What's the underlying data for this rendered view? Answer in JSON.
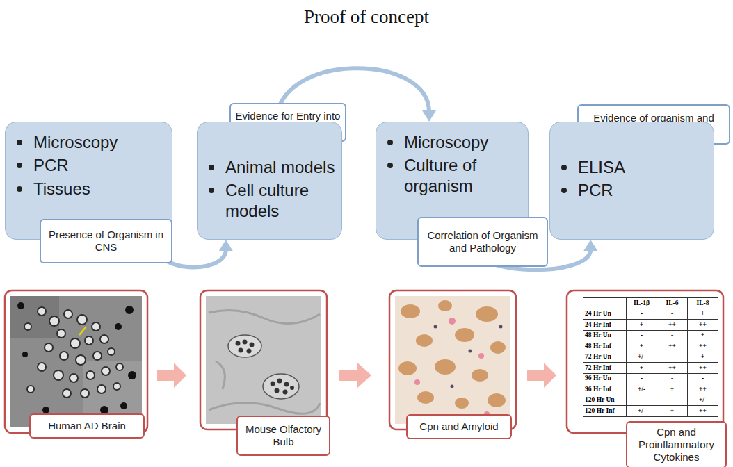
{
  "diagram": {
    "title": "Proof of concept",
    "nodes": [
      {
        "text": [
          "Microscopy",
          "PCR",
          "Tissues"
        ]
      },
      {
        "text": [
          "Presence of Organism in CNS"
        ]
      },
      {
        "text": [
          "Evidence for Entry into CNS"
        ]
      },
      {
        "text": [
          "Animal models",
          "Cell culture models"
        ]
      },
      {
        "text": [
          "Microscopy",
          "Culture of organism"
        ]
      },
      {
        "text": [
          "Correlation of Organism and Pathology"
        ]
      },
      {
        "text": [
          "Evidence of organism and inflammation"
        ]
      },
      {
        "text": [
          "ELISA",
          "PCR"
        ]
      },
      {
        "text": [
          "Human AD Brain"
        ]
      },
      {
        "text": [
          "Mouse Olfactory Bulb"
        ]
      },
      {
        "text": [
          "Cpn and Amyloid"
        ]
      },
      {
        "text": [
          "Cpn and Proinflammatory Cytokines"
        ]
      }
    ],
    "edges": [
      {
        "from": 0,
        "to": 3,
        "arrow": "to"
      },
      {
        "from": 3,
        "to": 4,
        "arrow": "to"
      },
      {
        "from": 4,
        "to": 7,
        "arrow": "to"
      }
    ],
    "labels": [
      "IL-1β",
      "IL-6",
      "IL-8",
      "24 Hr Un",
      "-",
      "-",
      "+",
      "24 Hr Inf",
      "+",
      "++",
      "++",
      "48 Hr Un",
      "-",
      "-",
      "+",
      "48 Hr Inf",
      "+",
      "++",
      "++",
      "72 Hr Un",
      "+/-",
      "-",
      "+",
      "72 Hr Inf",
      "+",
      "++",
      "++",
      "96 Hr Un",
      "-",
      "-",
      "-",
      "96 Hr Inf",
      "+/-",
      "+",
      "++",
      "120 Hr Un",
      "-",
      "-",
      "+/-",
      "120 Hr Inf",
      "+/-",
      "+",
      "++"
    ]
  }
}
